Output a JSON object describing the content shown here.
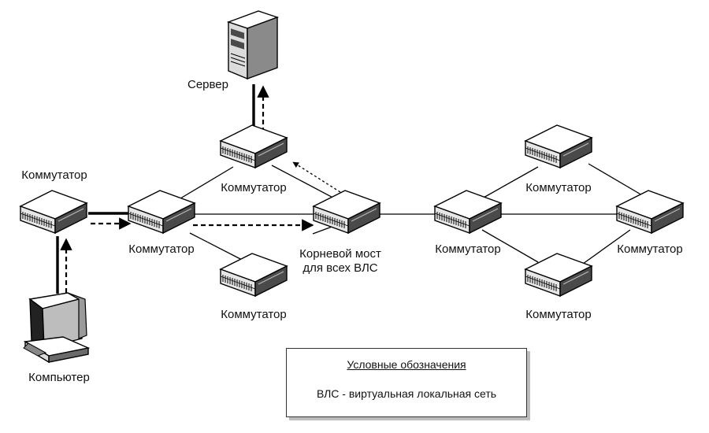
{
  "labels": {
    "server": "Сервер",
    "switch_left": "Коммутатор",
    "switch_a": "Коммутатор",
    "switch_top": "Коммутатор",
    "switch_bottom": "Коммутатор",
    "root_bridge_line1": "Корневой мост",
    "root_bridge_line2": "для всех ВЛС",
    "switch_b": "Коммутатор",
    "switch_r_top": "Коммутатор",
    "switch_r_right": "Коммутатор",
    "switch_r_bottom": "Коммутатор",
    "computer": "Компьютер"
  },
  "legend": {
    "title": "Условные обозначения",
    "item": "ВЛС - виртуальная локальная сеть"
  }
}
